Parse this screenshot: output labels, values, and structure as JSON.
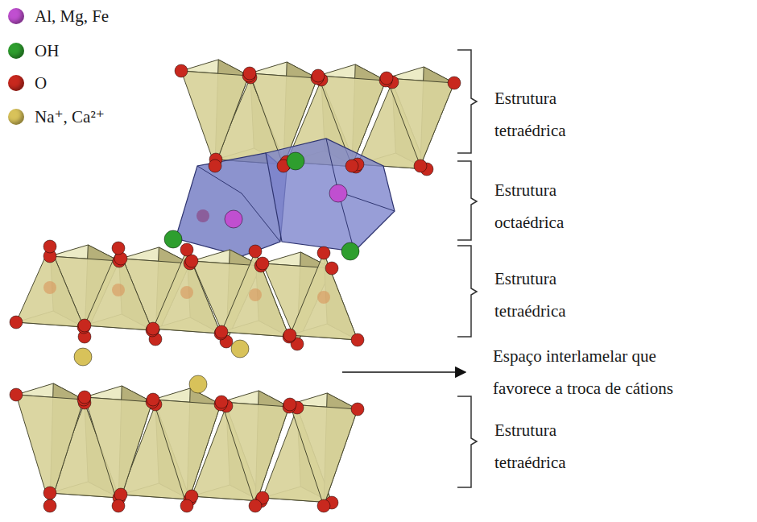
{
  "diagram": {
    "labels": [
      "Estrutura tetraédrica",
      "Estrutura octaédrica",
      "Estrutura tetraédrica",
      "Espaço interlamelar que favorece a troca de cátions",
      "Estrutura tetraédrica"
    ],
    "legend": [
      {
        "text": "Al, Mg, Fe",
        "color": "#c04fd0"
      },
      {
        "text": "OH",
        "color": "#2e9e2e"
      },
      {
        "text": "O",
        "color": "#c8281e"
      },
      {
        "text": "Na⁺, Ca²⁺",
        "color": "#d8c25a"
      }
    ]
  }
}
